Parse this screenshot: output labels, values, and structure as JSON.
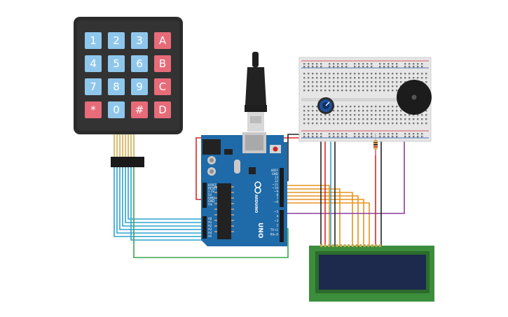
{
  "keypad": {
    "keys": [
      "1",
      "2",
      "3",
      "A",
      "4",
      "5",
      "6",
      "B",
      "7",
      "8",
      "9",
      "C",
      "*",
      "0",
      "#",
      "D"
    ]
  },
  "arduino": {
    "brand_label": "ARDUINO",
    "model_label": "UNO",
    "header_left_labels": [
      "IOREF",
      "RESET",
      "3.3V",
      "5V",
      "GND",
      "GND",
      "Vin"
    ],
    "analog_labels": [
      "A0",
      "A1",
      "A2",
      "A3",
      "A4",
      "A5"
    ],
    "digital_labels": [
      "AREF",
      "GND",
      "13",
      "12",
      "~11",
      "~10",
      "~9",
      "8",
      "7",
      "~6",
      "~5",
      "4",
      "~3",
      "2",
      "TX→1",
      "RX←0"
    ]
  },
  "colors": {
    "wire_red": "#d9262a",
    "wire_black": "#222222",
    "wire_blue": "#2aa3d0",
    "wire_orange": "#e8921e",
    "wire_purple": "#8a3fa0",
    "wire_green": "#3aa54a",
    "board_blue": "#1f6aa8",
    "keypad_blue_key": "#8fc7ec",
    "keypad_red_key": "#e76b78",
    "lcd_green": "#3c8d3c",
    "lcd_screen": "#1d2a4d"
  }
}
